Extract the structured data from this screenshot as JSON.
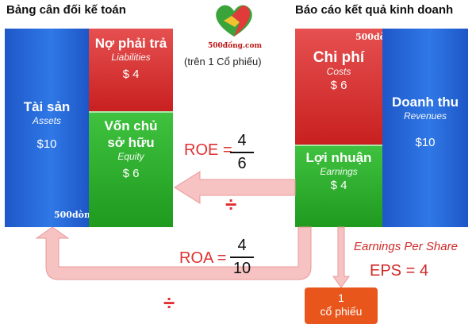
{
  "headers": {
    "balance_sheet": "Bảng cân đối kế toán",
    "income_statement": "Báo cáo kết quả kinh doanh",
    "per_share": "(trên 1 Cổ phiếu)"
  },
  "brand": {
    "name": "500dòng.com",
    "logo_text": "500đồng.com"
  },
  "assets": {
    "title": "Tài sản",
    "subtitle": "Assets",
    "value": "$10"
  },
  "liabilities": {
    "title": "Nợ phải trả",
    "subtitle": "Liabilities",
    "value": "$ 4"
  },
  "equity": {
    "title_1": "Vốn chủ",
    "title_2": "sở hữu",
    "subtitle": "Equity",
    "value": "$ 6"
  },
  "costs": {
    "title": "Chi phí",
    "subtitle": "Costs",
    "value": "$ 6"
  },
  "revenues": {
    "title": "Doanh thu",
    "subtitle": "Revenues",
    "value": "$10"
  },
  "earnings": {
    "title": "Lợi nhuận",
    "subtitle": "Earnings",
    "value": "$ 4"
  },
  "roe": {
    "label": "ROE =",
    "numerator": "4",
    "denominator": "6"
  },
  "roa": {
    "label": "ROA =",
    "numerator": "4",
    "denominator": "10"
  },
  "eps": {
    "heading": "Earnings Per Share",
    "label": "EPS = 4"
  },
  "share_box": {
    "line1": "1",
    "line2": "cổ phiếu"
  },
  "symbols": {
    "divide": "÷"
  },
  "colors": {
    "blue": "#2a6bdc",
    "red": "#d22a2a",
    "green": "#2aa52a",
    "arrow_pink": "#f4b8b8",
    "orange": "#e85a1c"
  }
}
